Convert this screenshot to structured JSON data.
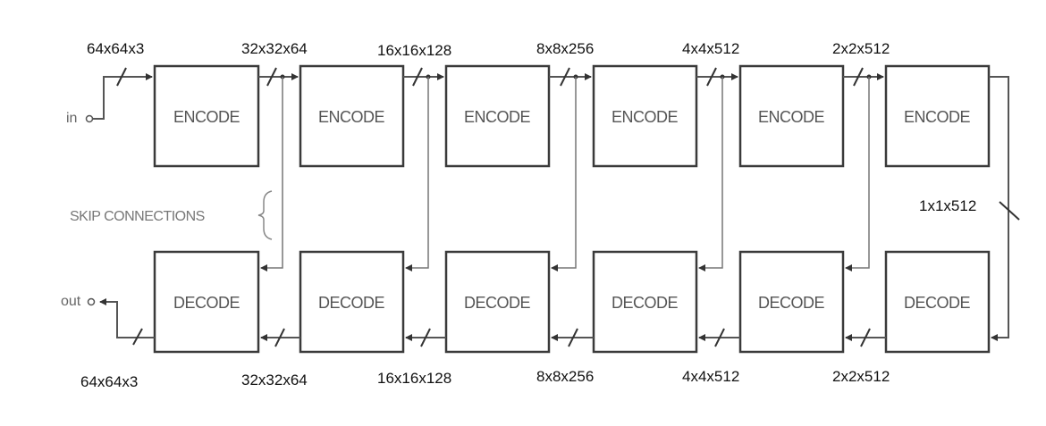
{
  "inputs": {
    "in_label": "in",
    "out_label": "out"
  },
  "skip_label": "SKIP CONNECTIONS",
  "encoder": {
    "block_label": "ENCODE",
    "input_dim": "64x64x3",
    "dims": [
      "32x32x64",
      "16x16x128",
      "8x8x256",
      "4x4x512",
      "2x2x512"
    ]
  },
  "bottleneck_dim": "1x1x512",
  "decoder": {
    "block_label": "DECODE",
    "output_dim": "64x64x3",
    "dims": [
      "32x32x64",
      "16x16x128",
      "8x8x256",
      "4x4x512",
      "2x2x512"
    ]
  }
}
